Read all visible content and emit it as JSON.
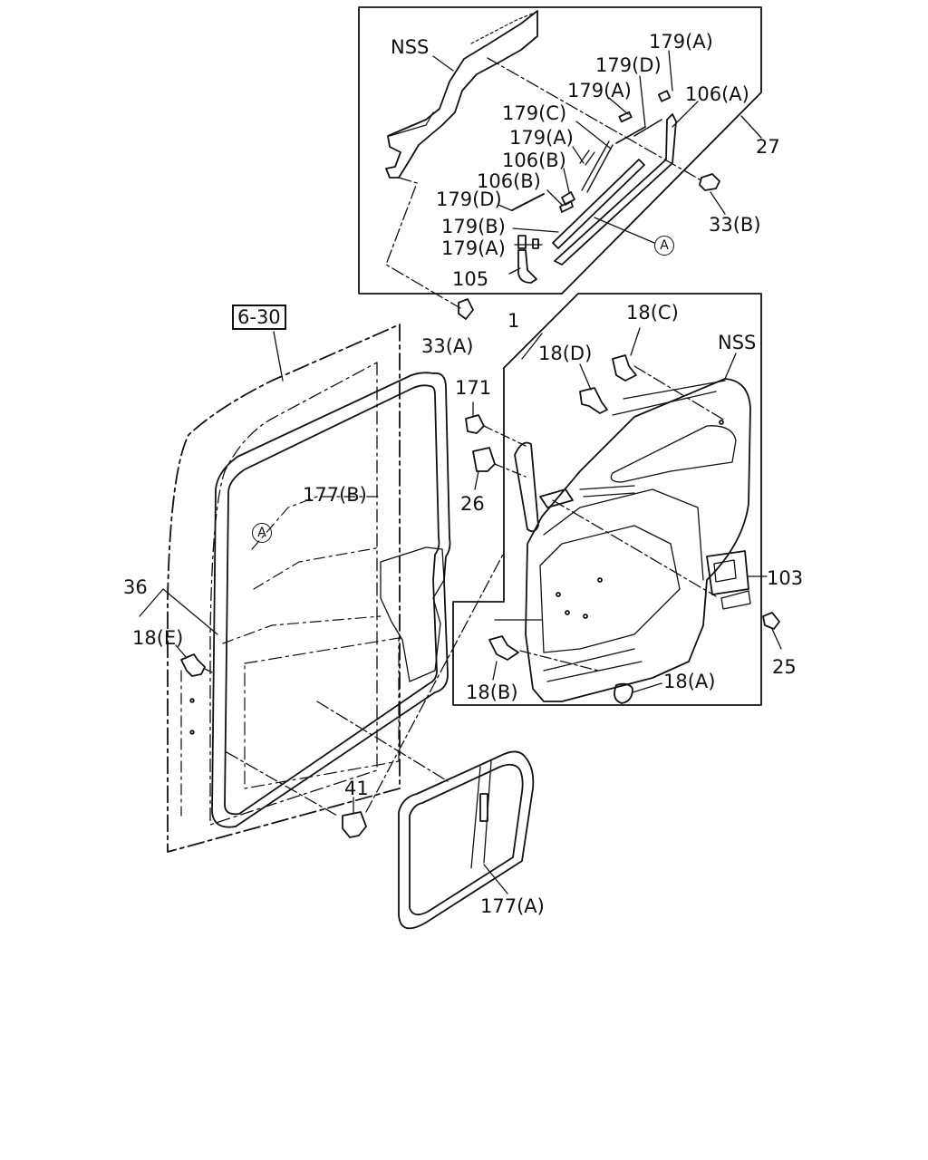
{
  "labels": {
    "nss_top": "NSS",
    "nss_right": "NSS",
    "p179a_1": "179(A)",
    "p179d_1": "179(D)",
    "p179a_2": "179(A)",
    "p106a": "106(A)",
    "p179c": "179(C)",
    "p179a_3": "179(A)",
    "p106b_1": "106(B)",
    "p106b_2": "106(B)",
    "p179d_2": "179(D)",
    "p179b": "179(B)",
    "p179a_4": "179(A)",
    "p105": "105",
    "p27": "27",
    "p33b": "33(B)",
    "p33a": "33(A)",
    "p630": "6-30",
    "p1": "1",
    "p18c": "18(C)",
    "p18d": "18(D)",
    "p171": "171",
    "p26": "26",
    "p177b": "177(B)",
    "p36": "36",
    "p18e": "18(E)",
    "p103": "103",
    "p25": "25",
    "p18b": "18(B)",
    "p18a": "18(A)",
    "p41": "41",
    "p177a": "177(A)",
    "ref_a_1": "A",
    "ref_a_2": "A"
  }
}
